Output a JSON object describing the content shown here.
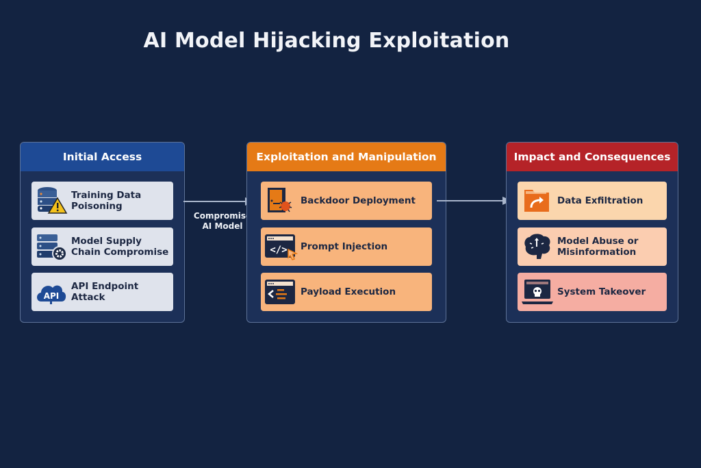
{
  "title": "AI Model Hijacking Exploitation",
  "connector_label": "Compromise\nAI Model",
  "connector_label_lines": [
    "Compromise",
    "AI Model"
  ],
  "colors": {
    "background": "#132341",
    "initial_access": "#1e4a95",
    "exploitation": "#e57a16",
    "impact": "#b52328"
  },
  "stages": [
    {
      "title": "Initial Access",
      "items": [
        {
          "label": "Training Data Poisoning",
          "icon": "database-warning-icon"
        },
        {
          "label": "Model Supply Chain Compromise",
          "icon": "server-gear-icon"
        },
        {
          "label": "API Endpoint Attack",
          "icon": "api-cloud-icon"
        }
      ]
    },
    {
      "title": "Exploitation and Manipulation",
      "items": [
        {
          "label": "Backdoor Deployment",
          "icon": "door-bug-icon"
        },
        {
          "label": "Prompt Injection",
          "icon": "code-window-cursor-icon"
        },
        {
          "label": "Payload Execution",
          "icon": "terminal-payload-icon"
        }
      ]
    },
    {
      "title": "Impact and Consequences",
      "items": [
        {
          "label": "Data Exfiltration",
          "icon": "folder-export-icon"
        },
        {
          "label": "Model Abuse or Misinformation",
          "icon": "brain-icon"
        },
        {
          "label": "System Takeover",
          "icon": "monitor-skull-icon"
        }
      ]
    }
  ]
}
